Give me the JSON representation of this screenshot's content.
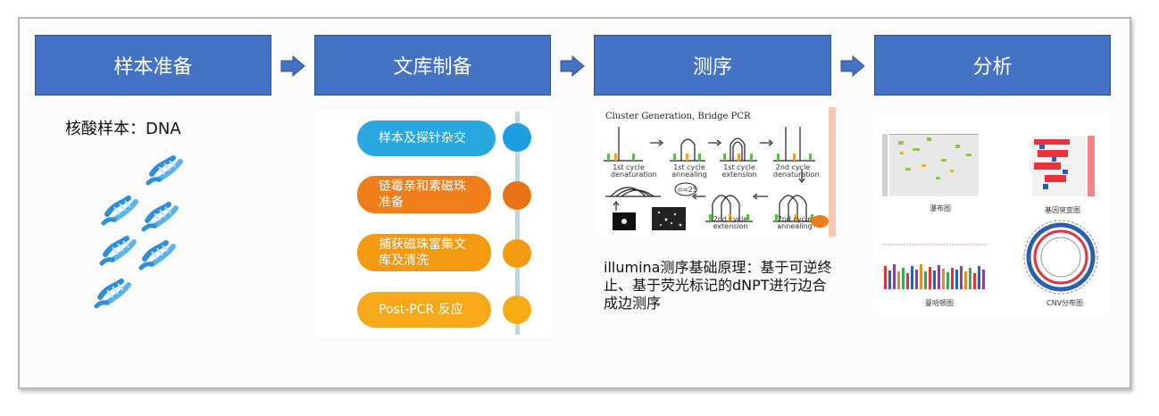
{
  "steps": [
    "样本准备",
    "文库制备",
    "测序",
    "分析"
  ],
  "sample_text": "核酸样本：DNA",
  "library_steps": [
    "样本及探针杂交",
    "链霉亲和素磁珠准备",
    "捕获磁珠富集文库及清洗",
    "Post-PCR 反应"
  ],
  "library_colors": [
    "#29a8e0",
    "#ef7d1a",
    "#f39a12",
    "#f5a91a"
  ],
  "library_dot_colors": [
    "#1b9fe0",
    "#e8741a",
    "#f39a12",
    "#f6ab14"
  ],
  "sequencing": {
    "figure_title": "Cluster Generation, Bridge PCR",
    "labels": [
      "1st cycle denaturation",
      "1st cycle annealing",
      "1st cycle extension",
      "2nd cycle denaturation",
      "2nd cycle extension",
      "2nd cycle annealing"
    ],
    "counter": "n=25",
    "desc": "illumina测序基础原理：基于可逆终止、基于荧光标记的dNPT进行边合成边测序"
  },
  "analysis": {
    "captions": [
      "瀑布图",
      "基因突变图",
      "曼哈顿图",
      "CNV分布图"
    ]
  }
}
